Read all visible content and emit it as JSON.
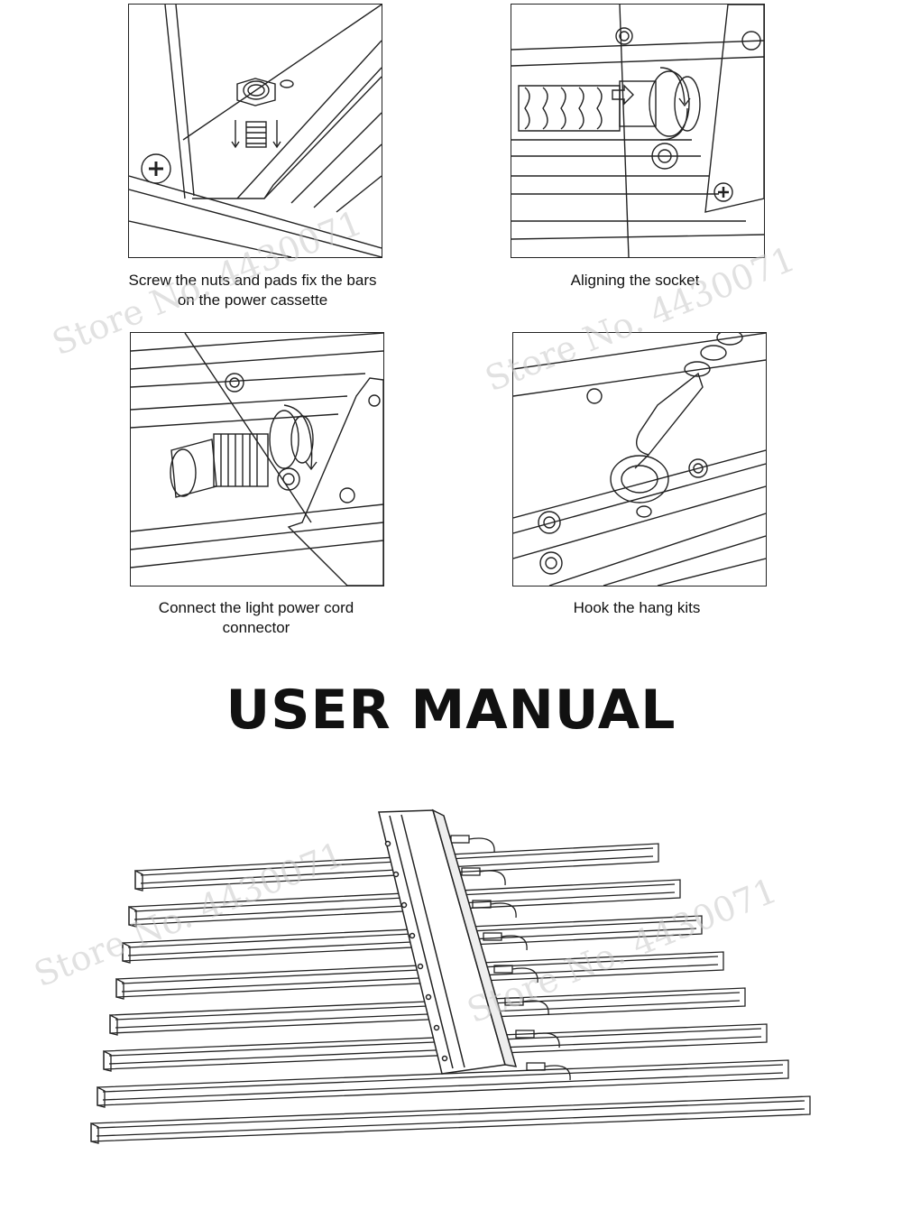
{
  "steps": [
    {
      "caption": "Screw the nuts and pads fix the bars on the power cassette"
    },
    {
      "caption": "Aligning the socket"
    },
    {
      "caption": "Connect the light power cord connector"
    },
    {
      "caption": "Hook the hang kits"
    }
  ],
  "title": "USER MANUAL",
  "watermark": "Store No. 4430071"
}
